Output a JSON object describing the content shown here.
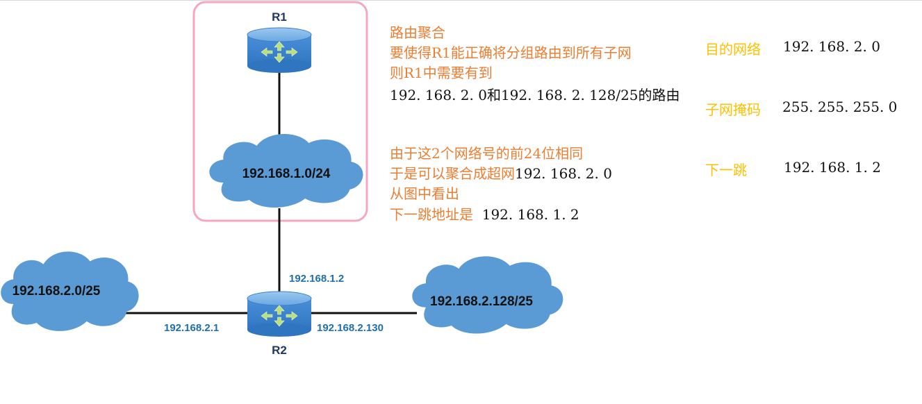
{
  "routers": {
    "r1": {
      "name": "R1"
    },
    "r2": {
      "name": "R2"
    }
  },
  "clouds": {
    "core": "192.168.1.0/24",
    "left": "192.168.2.0/25",
    "right": "192.168.2.128/25"
  },
  "interfaces": {
    "r2_top": "192.168.1.2",
    "r2_left": "192.168.2.1",
    "r2_right": "192.168.2.130"
  },
  "notes": {
    "block1": {
      "line1": "路由聚合",
      "line2": "要使得R1能正确将分组路由到所有子网",
      "line3": "则R1中需要有到",
      "line4": "192. 168. 2. 0和192. 168. 2. 128/25的路由"
    },
    "block2": {
      "line1": "由于这2个网络号的前24位相同",
      "line2_prefix": "于是可以聚合成超网",
      "line2_value": "192. 168. 2. 0",
      "line3": "从图中看出",
      "line4_prefix": "下一跳地址是",
      "line4_value": "192. 168. 1. 2"
    }
  },
  "route": {
    "dest_label": "目的网络",
    "dest_value": "192. 168. 2. 0",
    "mask_label": "子网掩码",
    "mask_value": "255. 255. 255. 0",
    "hop_label": "下一跳",
    "hop_value": "192. 168. 1. 2"
  },
  "colors": {
    "cloud": "#5b9bd5",
    "router": "#4a90d9",
    "highlight_box": "#f4a6c2",
    "note_orange": "#ed7d31",
    "label_gold": "#ffc000",
    "ip_blue": "#1f6fb0"
  },
  "icons": {
    "router": "router-icon",
    "cloud": "network-cloud-icon"
  }
}
